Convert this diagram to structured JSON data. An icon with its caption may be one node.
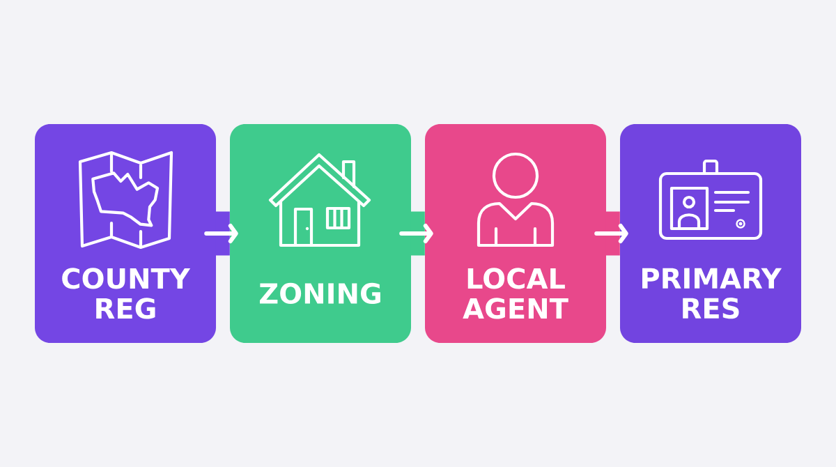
{
  "diagram": {
    "nodes": [
      {
        "text": [
          "COUNTY REG"
        ]
      },
      {
        "text": [
          "ZONING"
        ]
      },
      {
        "text": [
          "LOCAL AGENT"
        ]
      },
      {
        "text": [
          "PRIMARY RES"
        ]
      }
    ],
    "edges": [
      {
        "from": 0,
        "to": 1,
        "arrow": "to"
      },
      {
        "from": 1,
        "to": 2,
        "arrow": "to"
      },
      {
        "from": 2,
        "to": 3,
        "arrow": "to"
      }
    ]
  }
}
